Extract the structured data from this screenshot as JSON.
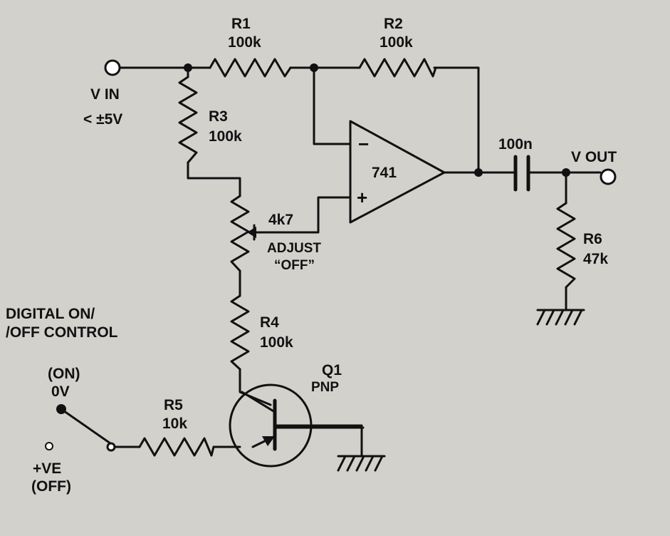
{
  "labels": {
    "r1_name": "R1",
    "r1_value": "100k",
    "r2_name": "R2",
    "r2_value": "100k",
    "r3_name": "R3",
    "r3_value": "100k",
    "r4_name": "R4",
    "r4_value": "100k",
    "r5_name": "R5",
    "r5_value": "10k",
    "r6_name": "R6",
    "r6_value": "47k",
    "pot_value": "4k7",
    "adjust_line1": "ADJUST",
    "adjust_line2": "“OFF”",
    "vin": "V IN",
    "vin_range": "< ±5V",
    "vout": "V OUT",
    "cap_value": "100n",
    "opamp_name": "741",
    "opamp_minus": "−",
    "opamp_plus": "+",
    "q1_name": "Q1",
    "q1_type": "PNP",
    "control_line1": "DIGITAL ON/",
    "control_line2": "/OFF CONTROL",
    "on_line1": "(ON)",
    "on_line2": "0V",
    "off_line1": "+VE",
    "off_line2": "(OFF)"
  }
}
